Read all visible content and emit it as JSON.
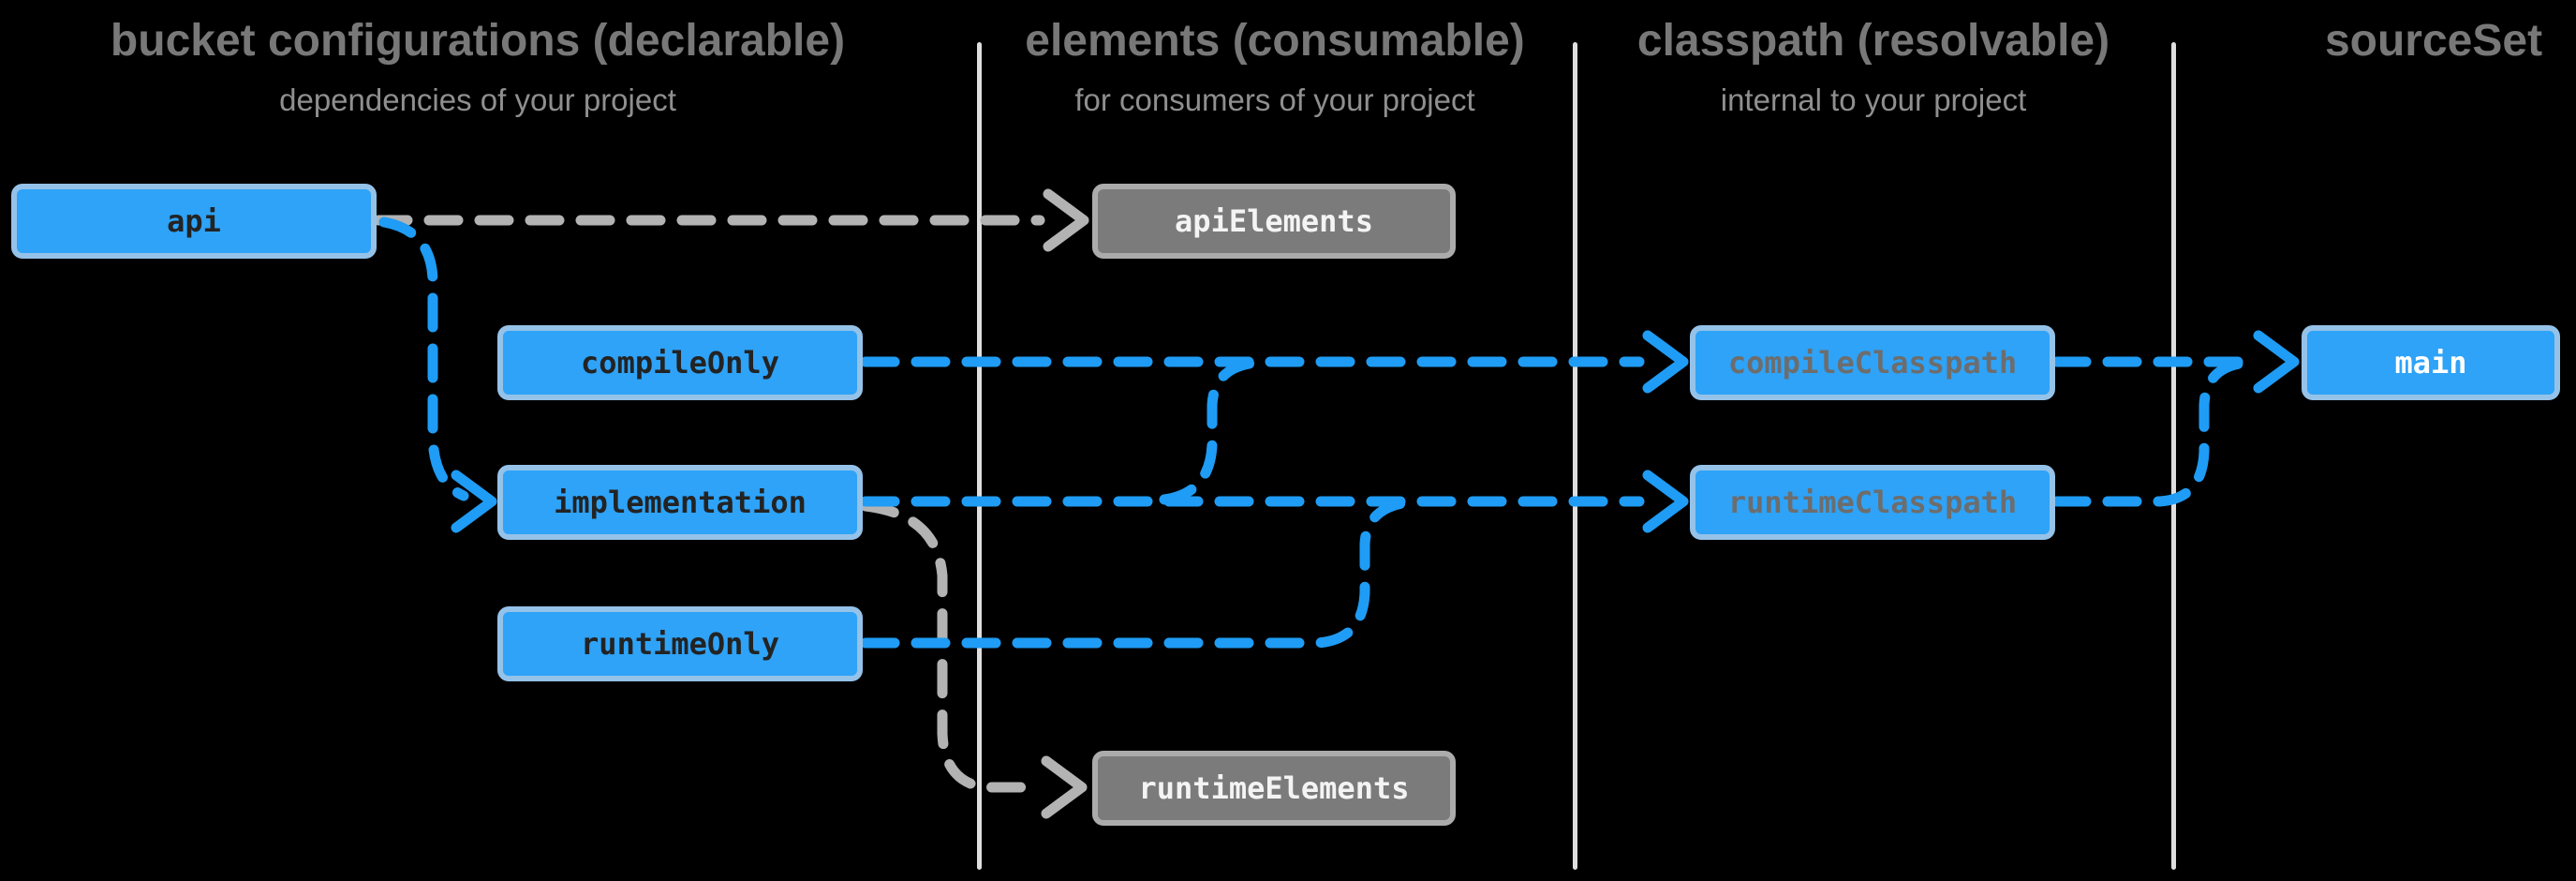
{
  "diagram": {
    "columns": [
      {
        "title": "bucket configurations (declarable)",
        "subtitle": "dependencies of your project"
      },
      {
        "title": "elements (consumable)",
        "subtitle": "for consumers of your project"
      },
      {
        "title": "classpath (resolvable)",
        "subtitle": "internal to your project"
      },
      {
        "title": "sourceSet",
        "subtitle": ""
      }
    ],
    "nodes": [
      {
        "id": "api",
        "label": "api",
        "kind": "bucket"
      },
      {
        "id": "compileOnly",
        "label": "compileOnly",
        "kind": "bucket"
      },
      {
        "id": "implementation",
        "label": "implementation",
        "kind": "bucket"
      },
      {
        "id": "runtimeOnly",
        "label": "runtimeOnly",
        "kind": "bucket"
      },
      {
        "id": "apiElements",
        "label": "apiElements",
        "kind": "consumable"
      },
      {
        "id": "runtimeElements",
        "label": "runtimeElements",
        "kind": "consumable"
      },
      {
        "id": "compileClasspath",
        "label": "compileClasspath",
        "kind": "resolvable"
      },
      {
        "id": "runtimeClasspath",
        "label": "runtimeClasspath",
        "kind": "resolvable"
      },
      {
        "id": "main",
        "label": "main",
        "kind": "sourceSet"
      }
    ],
    "edges": [
      {
        "from": "api",
        "to": "apiElements",
        "color": "gray"
      },
      {
        "from": "api",
        "to": "implementation",
        "color": "blue"
      },
      {
        "from": "compileOnly",
        "to": "compileClasspath",
        "color": "blue"
      },
      {
        "from": "implementation",
        "to": "compileClasspath",
        "color": "blue"
      },
      {
        "from": "implementation",
        "to": "runtimeClasspath",
        "color": "blue"
      },
      {
        "from": "runtimeOnly",
        "to": "runtimeClasspath",
        "color": "blue"
      },
      {
        "from": "implementation",
        "to": "runtimeElements",
        "color": "gray"
      },
      {
        "from": "compileClasspath",
        "to": "main",
        "color": "blue"
      },
      {
        "from": "runtimeClasspath",
        "to": "main",
        "color": "blue"
      }
    ],
    "colors": {
      "background": "#000000",
      "node_blue_fill": "#2ea3f8",
      "node_blue_border": "#95c2e8",
      "node_gray_fill": "#7b7b7b",
      "node_gray_border": "#ababab",
      "edge_blue": "#1f9cf5",
      "edge_gray": "#b3b3b3",
      "divider": "#dedede",
      "title_text": "#787878",
      "subtitle_text": "#8f8f8f",
      "bucket_label_text": "#232323",
      "consumable_label_text": "#f4f4f4",
      "resolvable_label_text": "#6d6d6d",
      "sourceset_label_text": "#ffffff"
    }
  }
}
